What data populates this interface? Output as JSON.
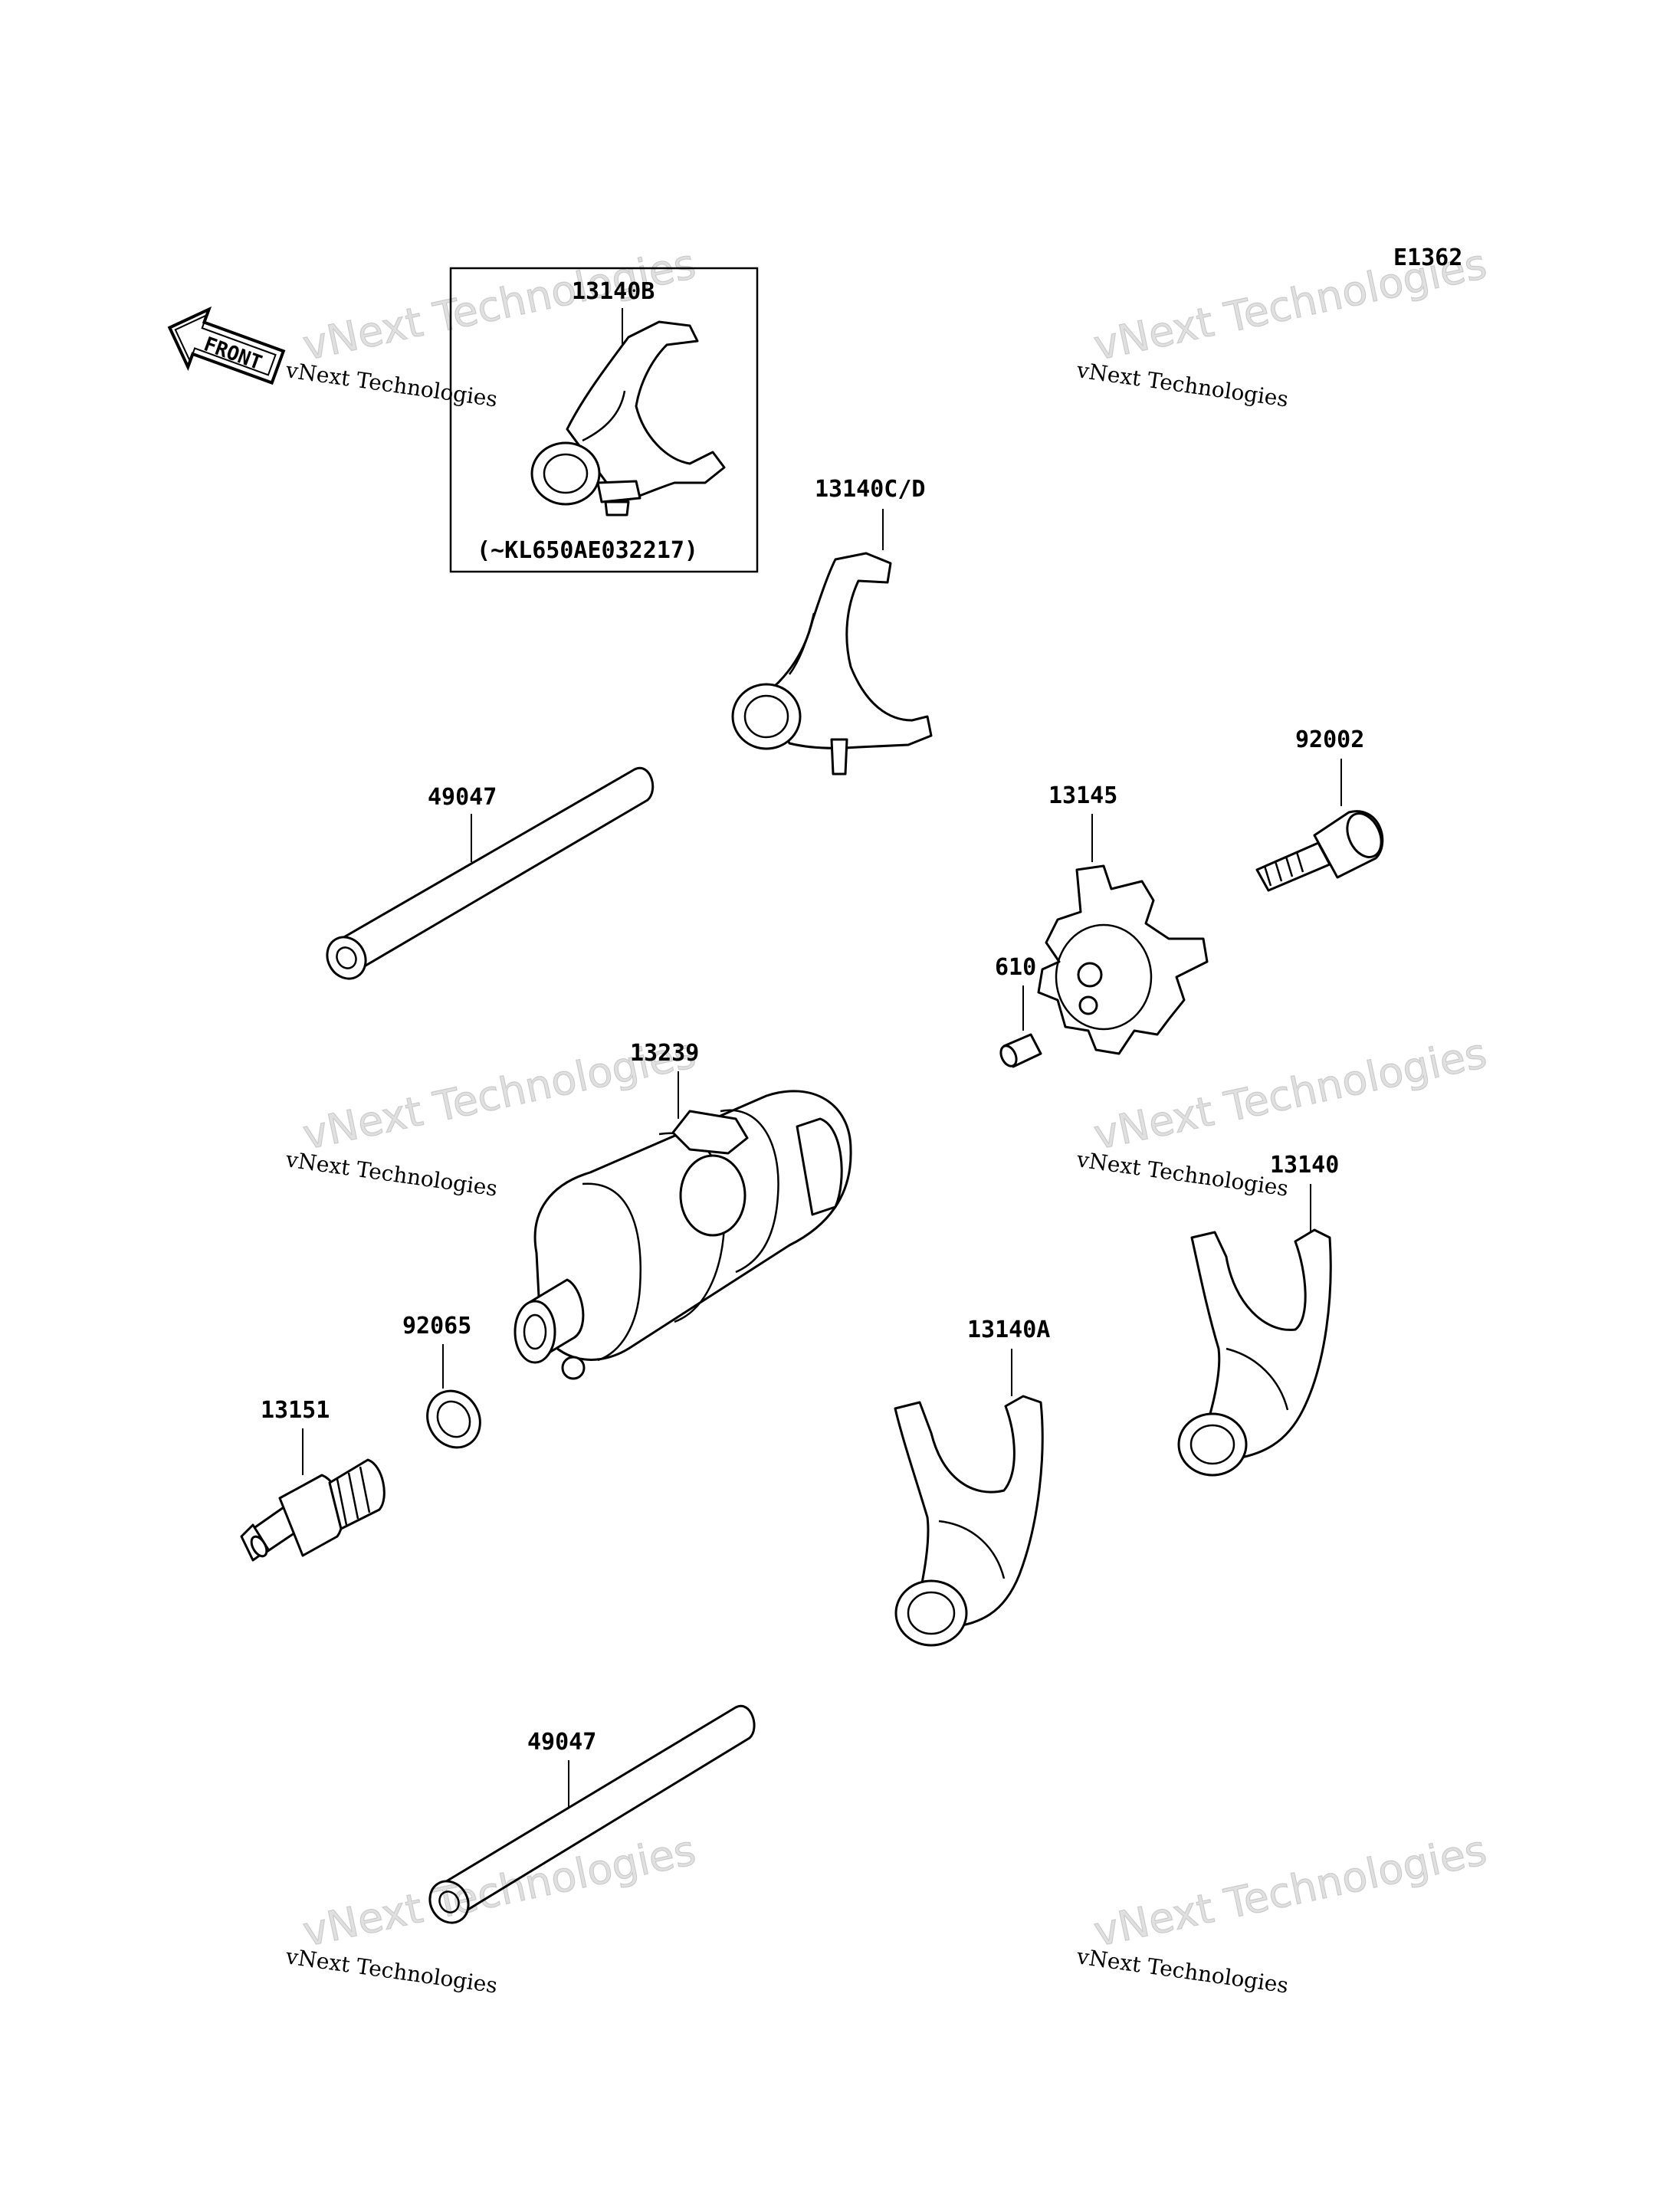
{
  "diagram": {
    "code": "E1362",
    "front_label": "FRONT",
    "inset_note": "(~KL650AE032217)",
    "watermark": {
      "line1": "vNext Technologies",
      "line2": "vNext Technologies"
    },
    "parts": {
      "p13140B": "13140B",
      "p13140CD": "13140C/D",
      "p49047_top": "49047",
      "p92002": "92002",
      "p13145": "13145",
      "p610": "610",
      "p13239": "13239",
      "p13140": "13140",
      "p92065": "92065",
      "p13140A": "13140A",
      "p13151": "13151",
      "p49047_bottom": "49047"
    }
  }
}
